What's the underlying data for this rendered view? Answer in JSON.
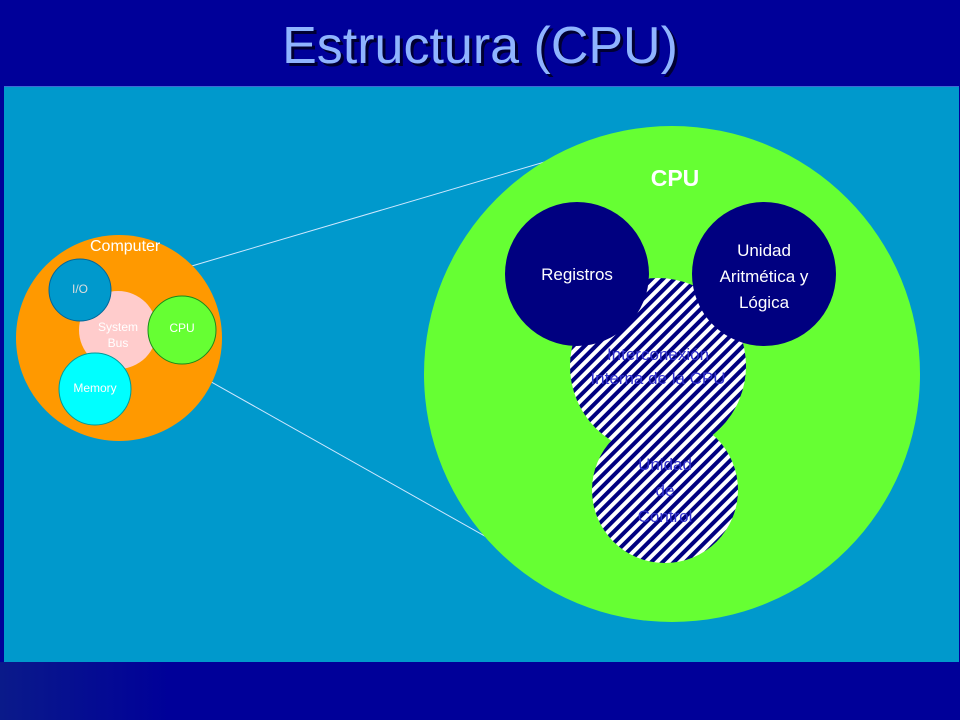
{
  "title": "Estructura (CPU)",
  "computer": {
    "label": "Computer",
    "io": "I/O",
    "system_bus": "System\nBus",
    "cpu": "CPU",
    "memory": "Memory"
  },
  "cpu_detail": {
    "label": "CPU",
    "registros": "Registros",
    "alu": "Unidad\nAritmética y\nLógica",
    "interconexion": "Interconexión\nInterna de la CPU",
    "control": "Unidad\nde\nControl"
  },
  "colors": {
    "background_header": "#000099",
    "content_bg": "#0099cc",
    "computer_circle": "#ff9900",
    "system_bus": "#ffcccc",
    "cpu_small": "#66ff33",
    "memory": "#00ffff",
    "io": "#0099cc",
    "cpu_big": "#66ff33",
    "dark_unit": "#000080",
    "title_text": "#8fb4ff"
  }
}
